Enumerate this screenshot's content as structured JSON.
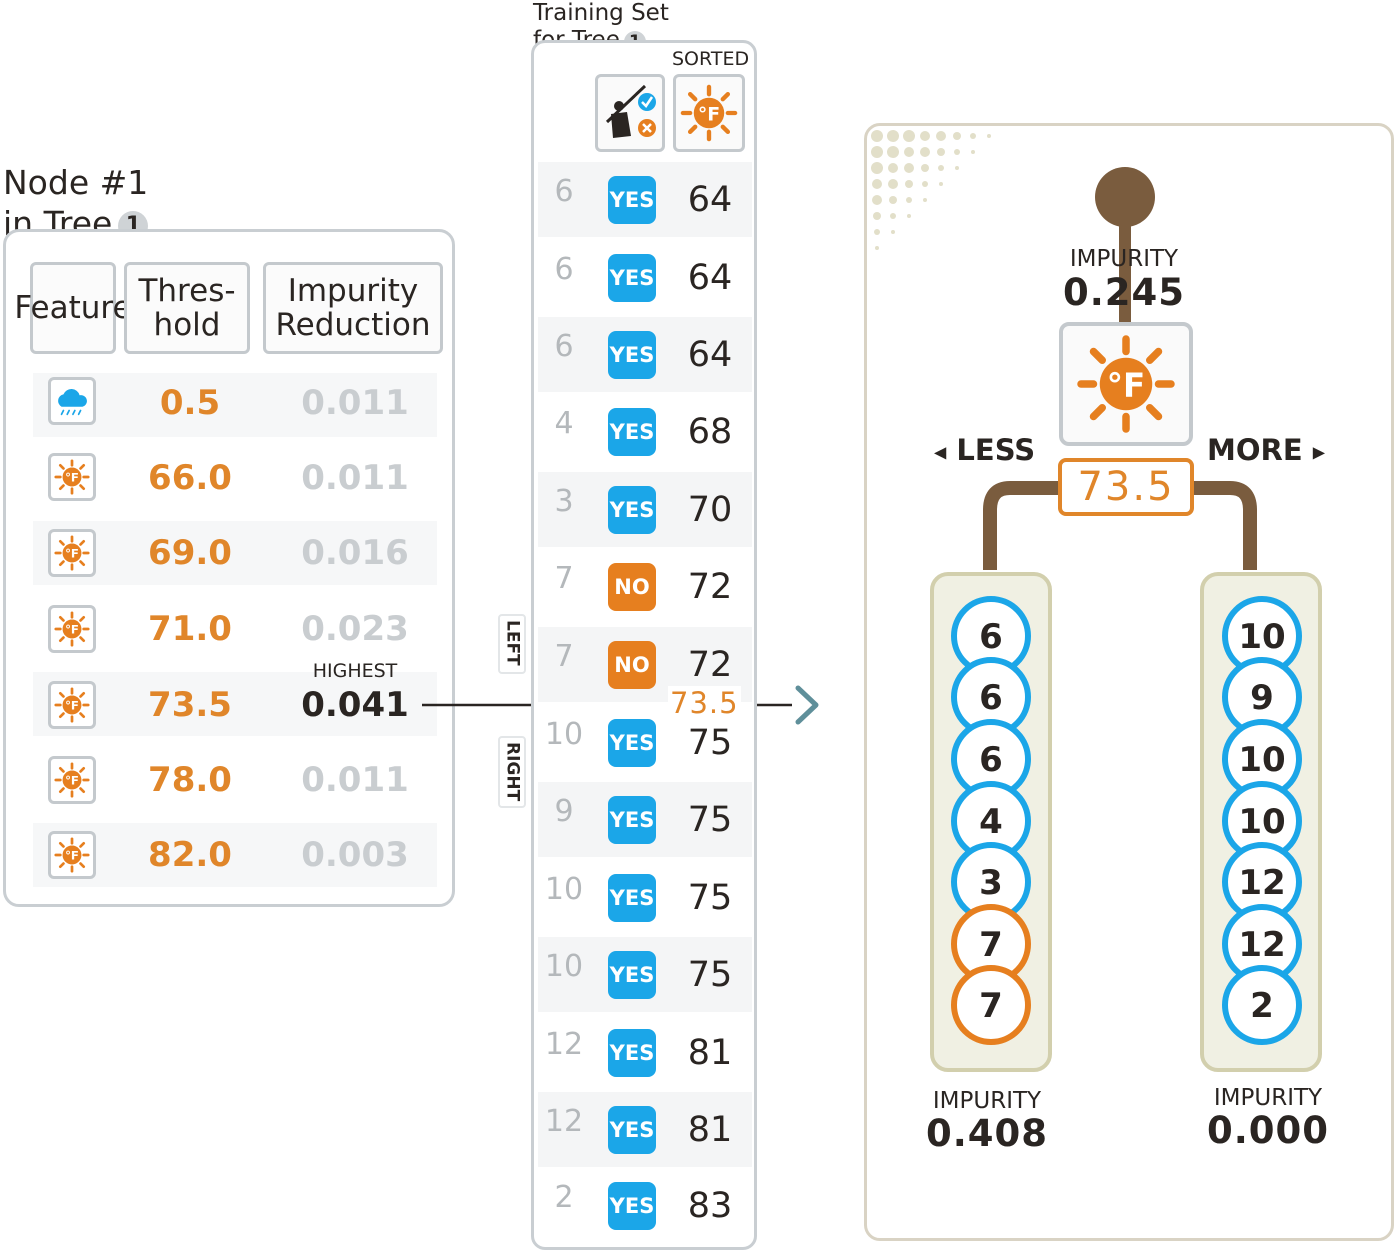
{
  "node": {
    "title_line1": "Node #1",
    "title_line2": "in Tree",
    "tree_number": "1",
    "headers": {
      "feature": "Feature",
      "threshold": "Thres-\nhold",
      "reduction": "Impurity\nReduction"
    },
    "highest_label": "HIGHEST",
    "rows": [
      {
        "icon": "rain-cloud-icon",
        "threshold": "0.5",
        "reduction": "0.011"
      },
      {
        "icon": "sun-fahrenheit-icon",
        "threshold": "66.0",
        "reduction": "0.011"
      },
      {
        "icon": "sun-fahrenheit-icon",
        "threshold": "69.0",
        "reduction": "0.016"
      },
      {
        "icon": "sun-fahrenheit-icon",
        "threshold": "71.0",
        "reduction": "0.023"
      },
      {
        "icon": "sun-fahrenheit-icon",
        "threshold": "73.5",
        "reduction": "0.041"
      },
      {
        "icon": "sun-fahrenheit-icon",
        "threshold": "78.0",
        "reduction": "0.011"
      },
      {
        "icon": "sun-fahrenheit-icon",
        "threshold": "82.0",
        "reduction": "0.003"
      }
    ]
  },
  "training_set": {
    "title_line1": "Training Set",
    "title_line2": "for Tree",
    "tree_number": "1",
    "sorted_label": "SORTED",
    "label_icon": "golfer-yes-no-icon",
    "feature_icon": "sun-fahrenheit-icon",
    "rows": [
      {
        "value": "6",
        "label": "YES",
        "temp": "64"
      },
      {
        "value": "6",
        "label": "YES",
        "temp": "64"
      },
      {
        "value": "6",
        "label": "YES",
        "temp": "64"
      },
      {
        "value": "4",
        "label": "YES",
        "temp": "68"
      },
      {
        "value": "3",
        "label": "YES",
        "temp": "70"
      },
      {
        "value": "7",
        "label": "NO",
        "temp": "72"
      },
      {
        "value": "7",
        "label": "NO",
        "temp": "72"
      },
      {
        "value": "10",
        "label": "YES",
        "temp": "75"
      },
      {
        "value": "9",
        "label": "YES",
        "temp": "75"
      },
      {
        "value": "10",
        "label": "YES",
        "temp": "75"
      },
      {
        "value": "10",
        "label": "YES",
        "temp": "75"
      },
      {
        "value": "12",
        "label": "YES",
        "temp": "81"
      },
      {
        "value": "12",
        "label": "YES",
        "temp": "81"
      },
      {
        "value": "2",
        "label": "YES",
        "temp": "83"
      }
    ],
    "left_label": "LEFT",
    "right_label": "RIGHT",
    "split_value": "73.5"
  },
  "result": {
    "root_impurity_label": "IMPURITY",
    "root_impurity_value": "0.245",
    "feature_icon": "sun-fahrenheit-icon",
    "less_label": "LESS",
    "more_label": "MORE",
    "threshold": "73.5",
    "left_leaf": {
      "balls": [
        {
          "n": "6",
          "color": "blue"
        },
        {
          "n": "6",
          "color": "blue"
        },
        {
          "n": "6",
          "color": "blue"
        },
        {
          "n": "4",
          "color": "blue"
        },
        {
          "n": "3",
          "color": "blue"
        },
        {
          "n": "7",
          "color": "orange"
        },
        {
          "n": "7",
          "color": "orange"
        }
      ],
      "impurity_label": "IMPURITY",
      "impurity_value": "0.408"
    },
    "right_leaf": {
      "balls": [
        {
          "n": "10",
          "color": "blue"
        },
        {
          "n": "9",
          "color": "blue"
        },
        {
          "n": "10",
          "color": "blue"
        },
        {
          "n": "10",
          "color": "blue"
        },
        {
          "n": "12",
          "color": "blue"
        },
        {
          "n": "12",
          "color": "blue"
        },
        {
          "n": "2",
          "color": "blue"
        }
      ],
      "impurity_label": "IMPURITY",
      "impurity_value": "0.000"
    }
  },
  "colors": {
    "yes": "#1ba6e8",
    "no": "#e67f1f",
    "accent": "#e0862a",
    "branch": "#7a5c3e"
  }
}
